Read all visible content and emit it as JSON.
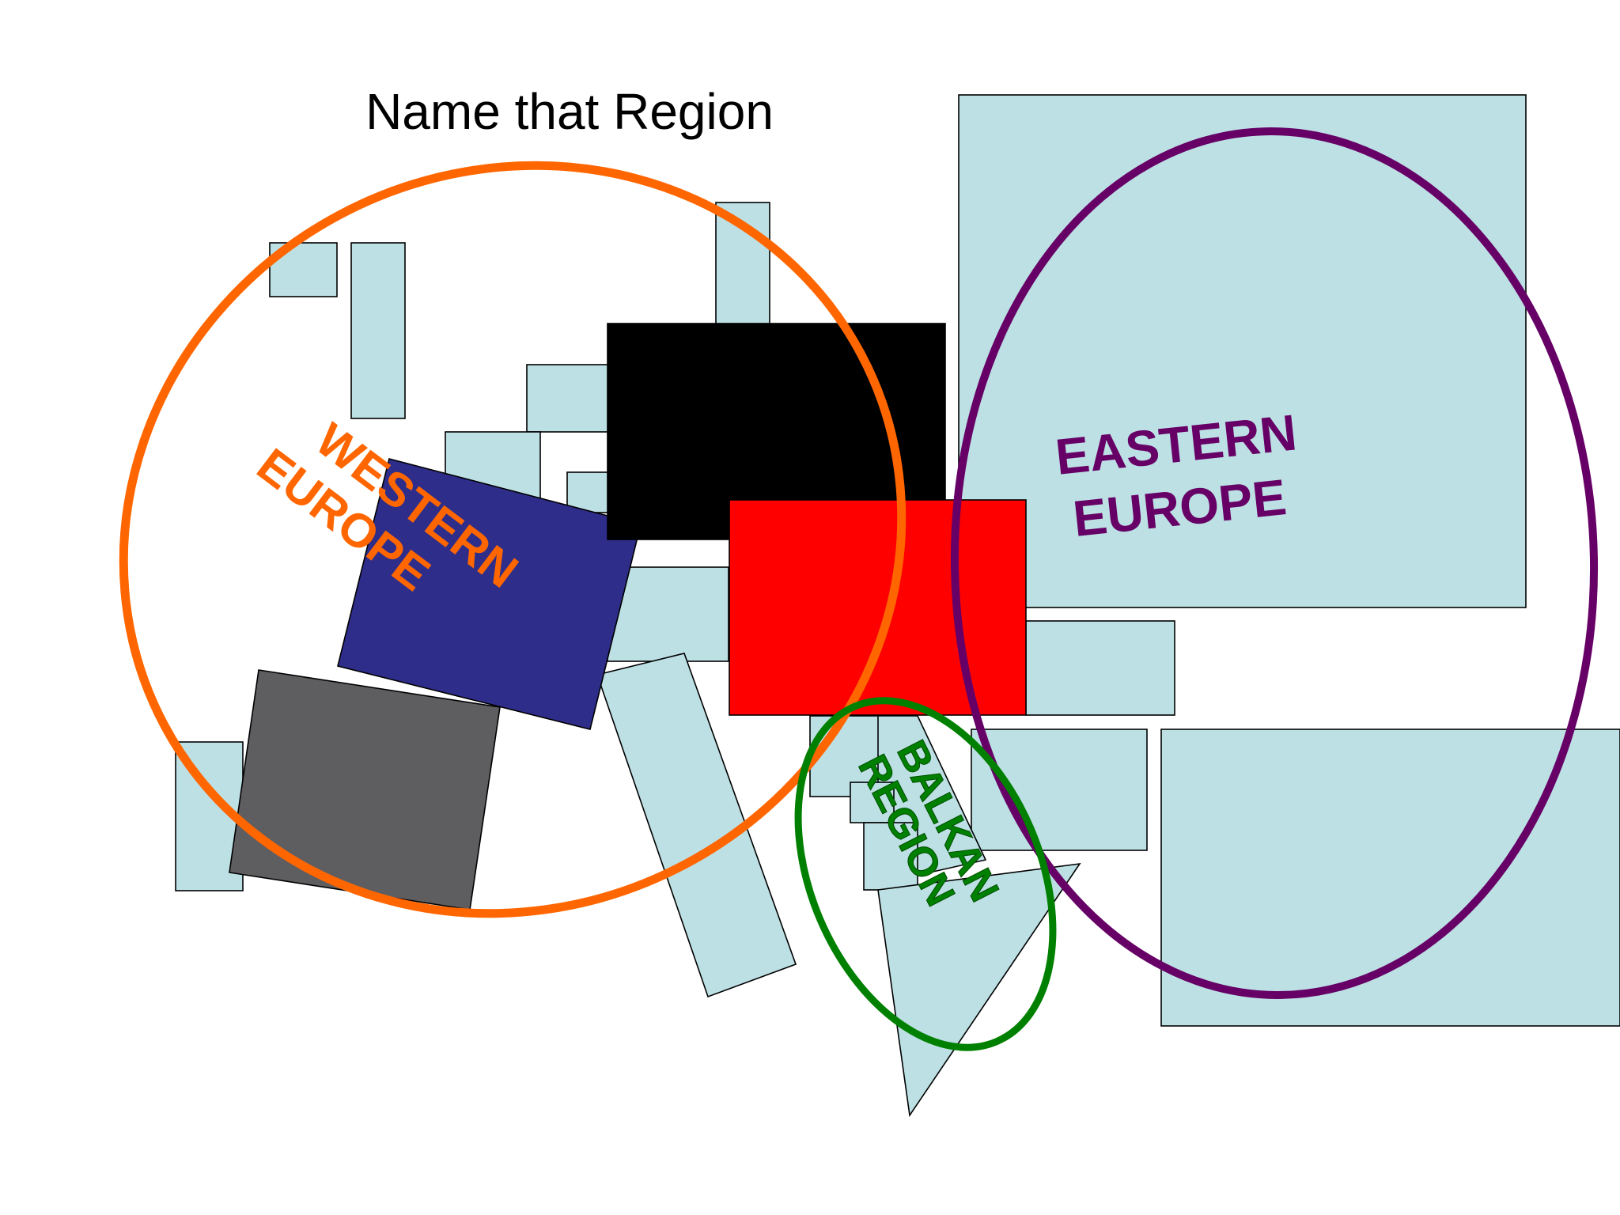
{
  "title": "Name that Region",
  "colors": {
    "country_fill": "#bde0e4",
    "black_block": "#000000",
    "red_block": "#ff0000",
    "navy_block": "#2e2d8a",
    "gray_block": "#5e5d60",
    "western_outline": "#ff6600",
    "eastern_outline": "#660066",
    "balkan_outline": "#008000"
  },
  "regions": {
    "western": {
      "line1": "WESTERN",
      "line2": "EUROPE"
    },
    "eastern": {
      "line1": "EASTERN",
      "line2": "EUROPE"
    },
    "balkan": {
      "line1": "BALKAN",
      "line2": "REGION"
    }
  }
}
